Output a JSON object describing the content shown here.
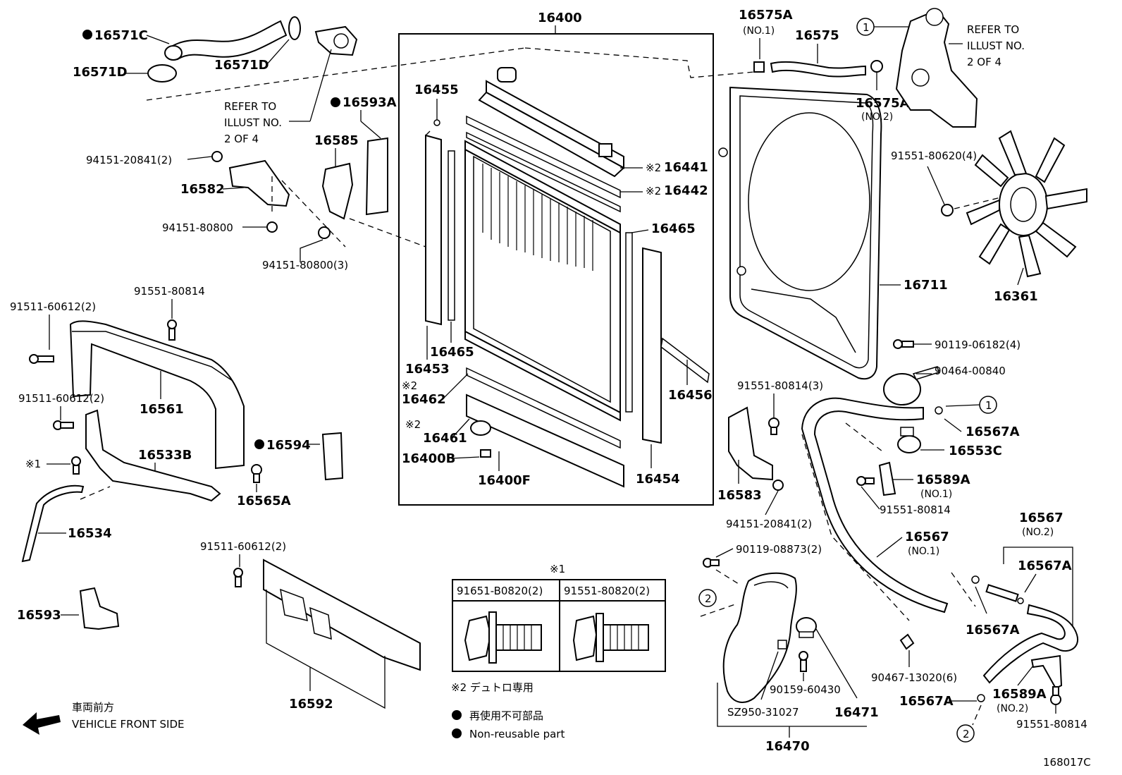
{
  "parts": {
    "p16400": "16400",
    "p16571C": "16571C",
    "p16571D": "16571D",
    "p16571D_clamp": "16571D",
    "refer_left": [
      "REFER TO",
      "ILLUST NO.",
      "2 OF 4"
    ],
    "refer_right": [
      "REFER TO",
      "ILLUST NO.",
      "2 OF 4"
    ],
    "p16593A": "16593A",
    "p16585": "16585",
    "p94151_20841_2_left": "94151-20841(2)",
    "p16582": "16582",
    "p94151_80800": "94151-80800",
    "p94151_80800_3": "94151-80800(3)",
    "p16455": "16455",
    "p16441": "16441",
    "p16442": "16442",
    "p16465_top": "16465",
    "p16465_left": "16465",
    "p16453": "16453",
    "p16462": "16462",
    "p16461": "16461",
    "p16400B": "16400B",
    "p16400F": "16400F",
    "p16454": "16454",
    "p16456": "16456",
    "p16575A_no1": "16575A",
    "no1_a": "(NO.1)",
    "p16575": "16575",
    "p16575A_no2": "16575A",
    "no2_a": "(NO.2)",
    "p91551_80620_4": "91551-80620(4)",
    "p16711": "16711",
    "p16361": "16361",
    "p90119_06182_4": "90119-06182(4)",
    "p90464_00840": "90464-00840",
    "p91551_80814_3": "91551-80814(3)",
    "p16567A_top": "16567A",
    "p16553C": "16553C",
    "p16589A_no1": "16589A",
    "no1_b": "(NO.1)",
    "p91551_80814_mid": "91551-80814",
    "p16583": "16583",
    "p94151_20841_2_mid": "94151-20841(2)",
    "p16567_no1": "16567",
    "no1_c": "(NO.1)",
    "p16567_no2": "16567",
    "no2_b": "(NO.2)",
    "p16567A_right": "16567A",
    "p16567A_mid": "16567A",
    "p90119_08873_2": "90119-08873(2)",
    "p90467_13020_6": "90467-13020(6)",
    "p90159_60430": "90159-60430",
    "p16471": "16471",
    "pSZ950_31027": "SZ950-31027",
    "p16470": "16470",
    "p16589A_no2": "16589A",
    "no2_c": "(NO.2)",
    "p16567A_bottom": "16567A",
    "p91551_80814_bottom": "91551-80814",
    "p91511_60612_2_a": "91511-60612(2)",
    "p91551_80814_left": "91551-80814",
    "p91511_60612_2_b": "91511-60612(2)",
    "p16561": "16561",
    "p16533B": "16533B",
    "mark1_left": "※1",
    "p16534": "16534",
    "p16594": "16594",
    "p16565A": "16565A",
    "p16593": "16593",
    "p91511_60612_2_c": "91511-60612(2)",
    "p16592": "16592",
    "mark2_a": "※2",
    "mark2_b": "※2",
    "mark2_c": "※2",
    "mark2_d": "※2",
    "circle1": "1",
    "circle2": "2"
  },
  "bolt_table": {
    "mark": "※1",
    "col1": "91651-B0820(2)",
    "col2": "91551-80820(2)"
  },
  "legend": {
    "note_mark2": "※2 デュトロ専用",
    "nonreusable_jp": "再使用不可部品",
    "nonreusable_en": "Non-reusable part",
    "front_jp": "車両前方",
    "front_en": "VEHICLE FRONT SIDE",
    "illustration_no": "168017C"
  }
}
